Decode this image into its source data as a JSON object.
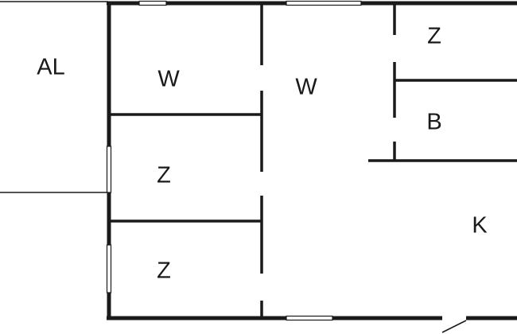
{
  "floor_plan": {
    "rooms": [
      {
        "id": "al",
        "label": "AL"
      },
      {
        "id": "w-left",
        "label": "W"
      },
      {
        "id": "z-mid",
        "label": "Z"
      },
      {
        "id": "z-bottom",
        "label": "Z"
      },
      {
        "id": "w-center",
        "label": "W"
      },
      {
        "id": "z-right",
        "label": "Z"
      },
      {
        "id": "b",
        "label": "B"
      },
      {
        "id": "k",
        "label": "K"
      }
    ]
  }
}
